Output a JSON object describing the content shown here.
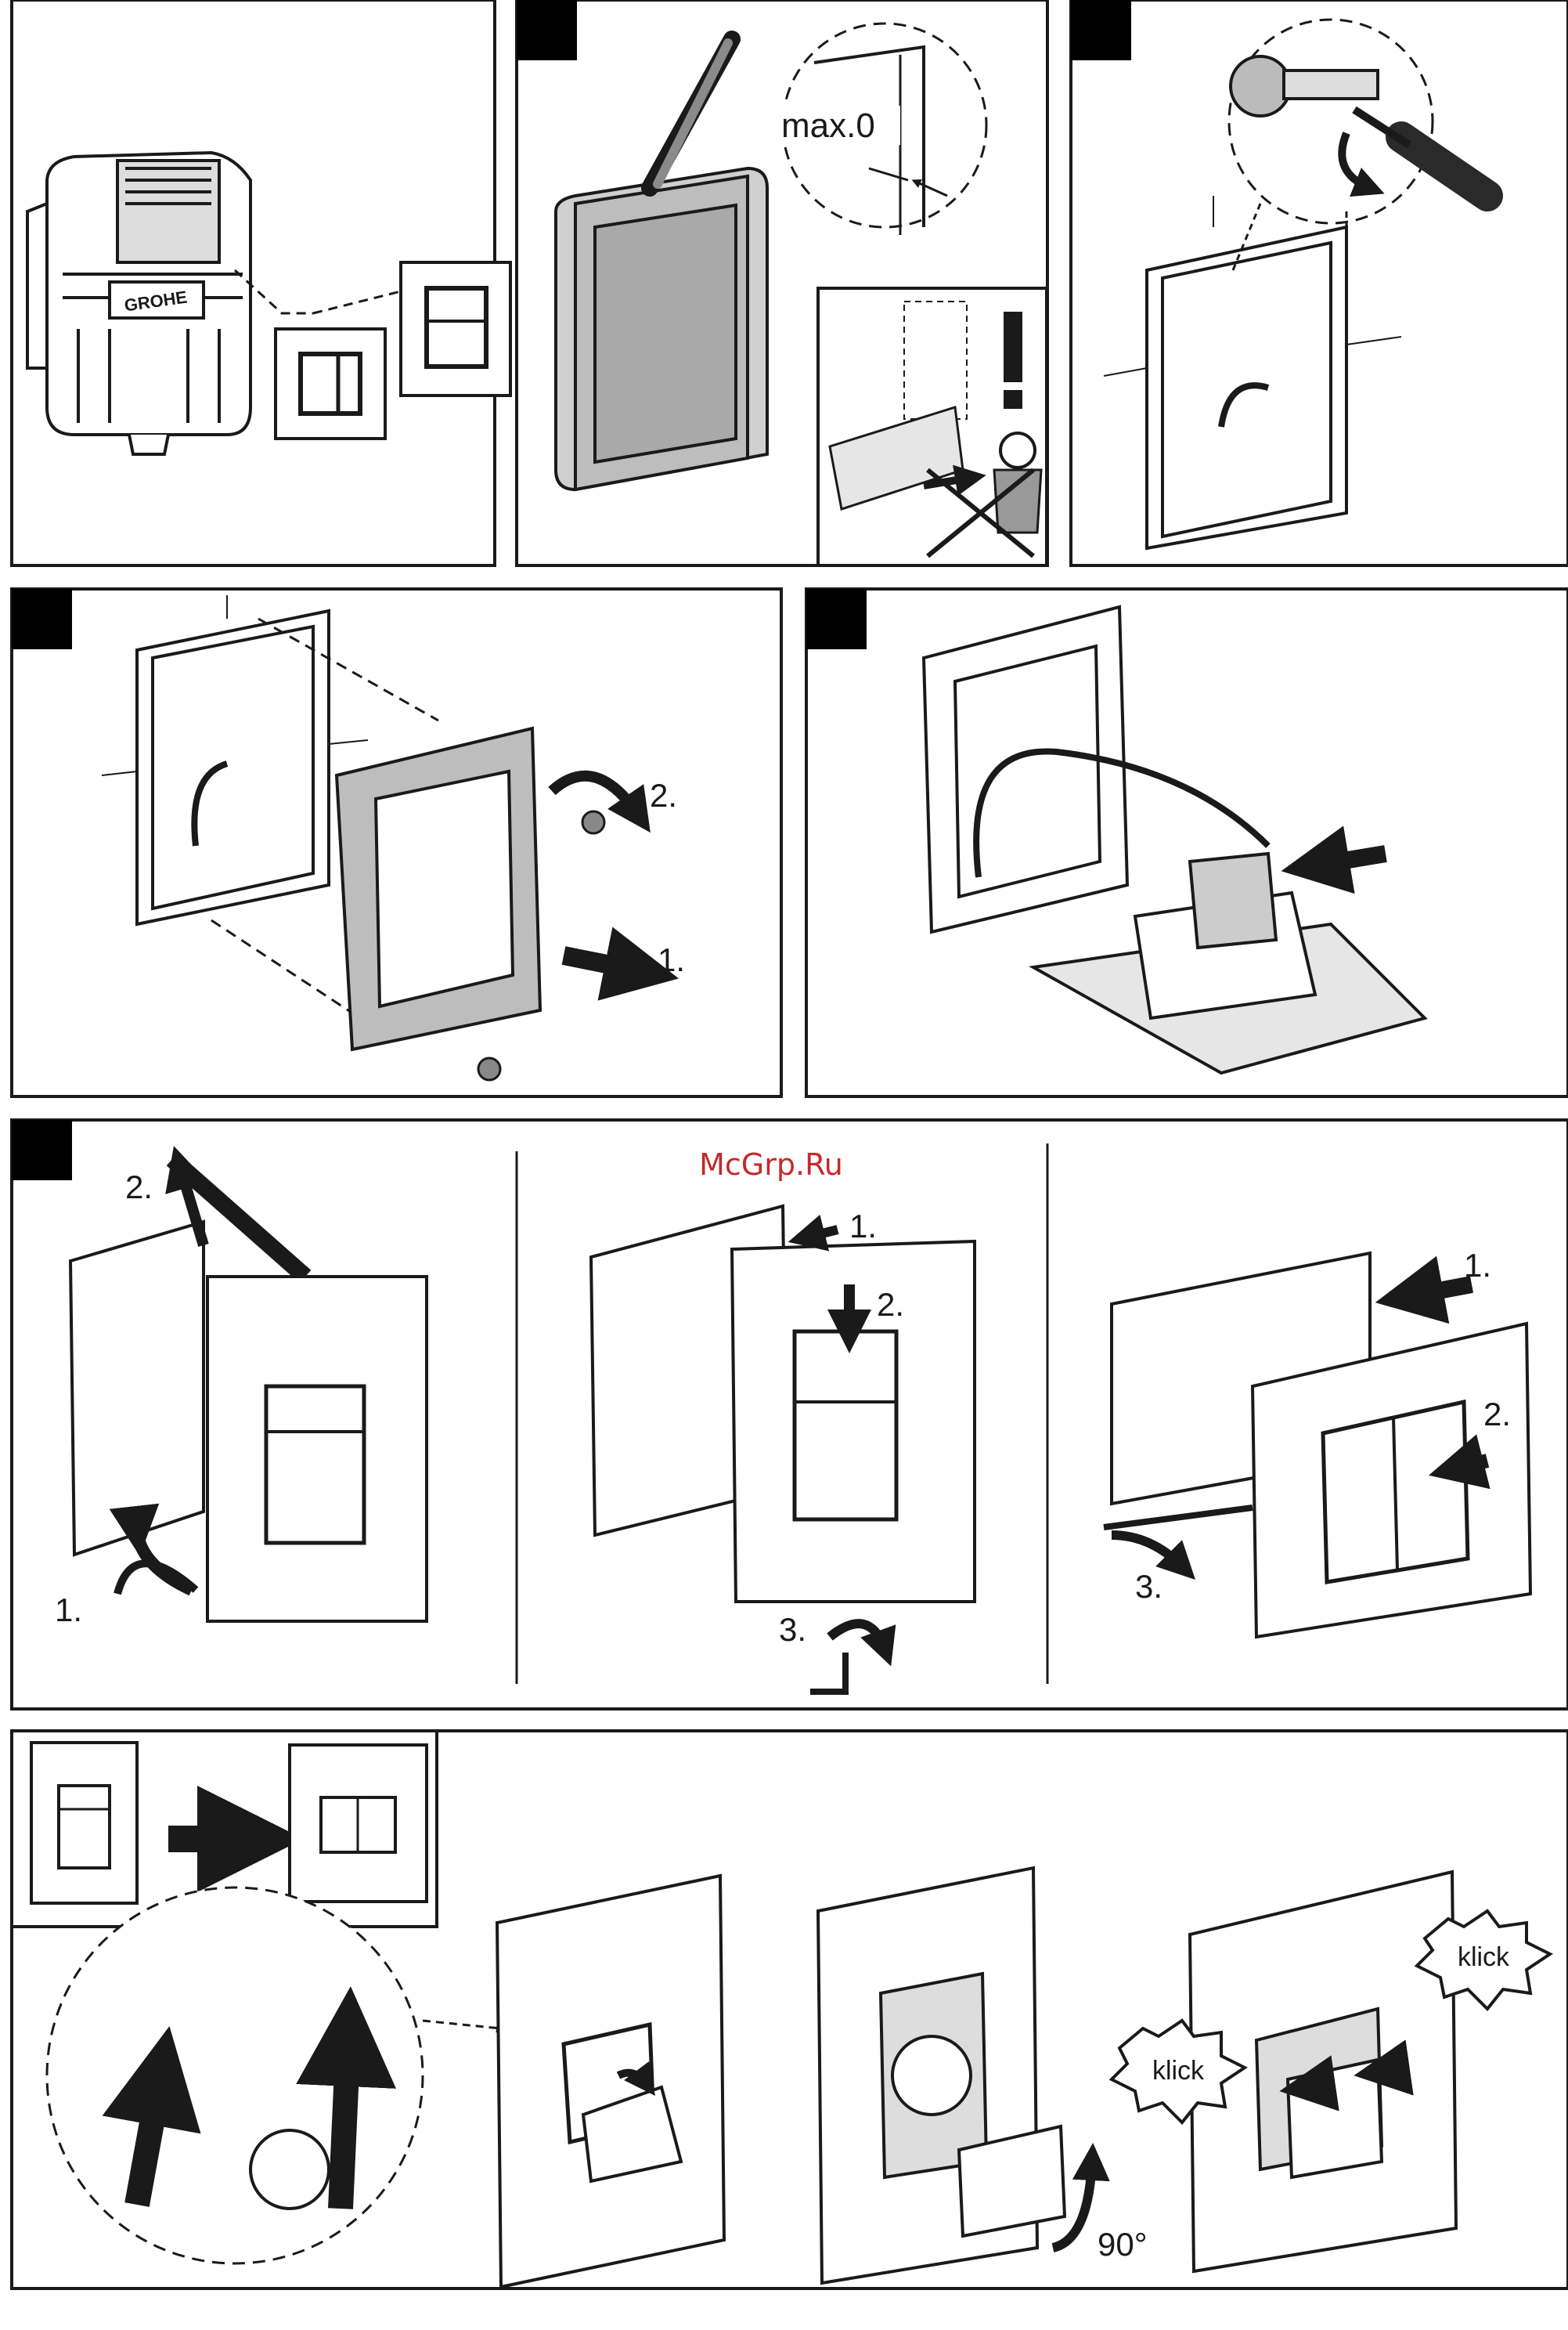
{
  "watermark": "McGrp.Ru",
  "brand": {
    "logo": "GROHE"
  },
  "panels": {
    "p2": {
      "dimension": "max.0",
      "warning_icon": "exclamation-icon"
    },
    "p4": {
      "step1": "1.",
      "step2": "2."
    },
    "p6a": {
      "step1": "1.",
      "step2": "2."
    },
    "p6b": {
      "step1": "1.",
      "step2": "2.",
      "step3": "3."
    },
    "p6c": {
      "step1": "1.",
      "step2": "2.",
      "step3": "3."
    },
    "p7": {
      "angle": "90°",
      "click1": "klick",
      "click2": "klick"
    }
  },
  "colors": {
    "ink": "#1a1a1a",
    "panel_grey": "#bdbdbd",
    "watermark": "#c42a2a",
    "step_badge": "#000000"
  }
}
